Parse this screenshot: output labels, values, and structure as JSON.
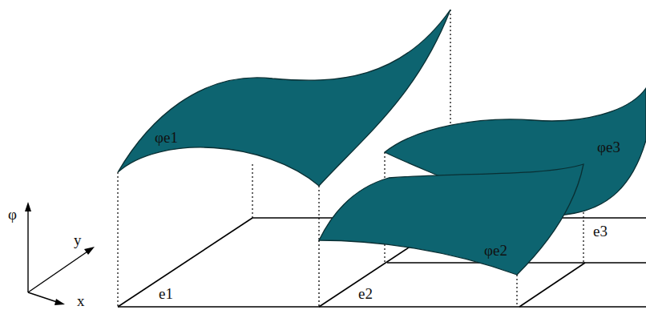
{
  "diagram": {
    "labels": [
      "φ",
      "y",
      "x",
      "φe1",
      "e1",
      "e2",
      "φe2",
      "φe3",
      "e3"
    ]
  }
}
